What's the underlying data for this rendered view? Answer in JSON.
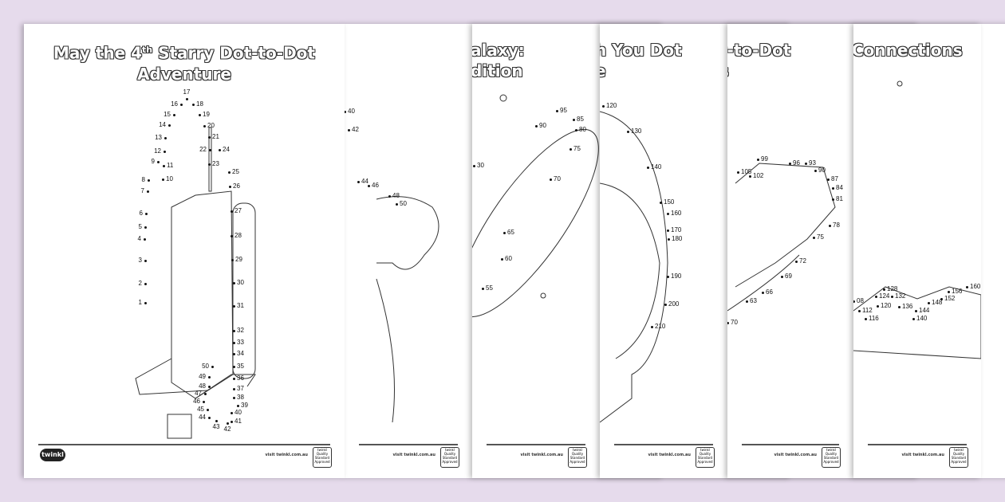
{
  "pages": [
    {
      "title_line1": "May the 4",
      "title_sup": "th",
      "title_line1_rest": " Starry Dot-to-Dot",
      "title_line2": "Adventure",
      "dots": [
        "1",
        "2",
        "3",
        "4",
        "5",
        "6",
        "7",
        "8",
        "9",
        "10",
        "11",
        "12",
        "13",
        "14",
        "15",
        "16",
        "17",
        "18",
        "19",
        "20",
        "21",
        "22",
        "23",
        "24",
        "25",
        "26",
        "27",
        "28",
        "29",
        "30",
        "31",
        "32",
        "33",
        "34",
        "35",
        "36",
        "37",
        "38",
        "39",
        "40",
        "41",
        "42",
        "43",
        "44",
        "45",
        "46",
        "47",
        "48",
        "49",
        "50"
      ]
    },
    {
      "title_line1": "eroes:",
      "title_line2": "pecial",
      "dots": [
        "40",
        "42",
        "44",
        "46",
        "48",
        "50"
      ]
    },
    {
      "title_line1": "alaxy:",
      "title_line2": "dition",
      "dots": [
        "90",
        "85",
        "95",
        "80",
        "75",
        "70",
        "65",
        "60",
        "55",
        "30"
      ]
    },
    {
      "title_line1": "h You Dot",
      "title_line2": "e",
      "dots": [
        "120",
        "130",
        "140",
        "150",
        "160",
        "170",
        "180",
        "190",
        "200",
        "210"
      ]
    },
    {
      "title_line1": "t-to-Dot",
      "title_line2": "s",
      "dots": [
        "99",
        "96",
        "93",
        "90",
        "87",
        "84",
        "81",
        "78",
        "75",
        "72",
        "69",
        "66",
        "63",
        "105",
        "102",
        "70"
      ]
    },
    {
      "title_line1": "Connections",
      "title_line2": "",
      "dots": [
        "128",
        "124",
        "132",
        "156",
        "160",
        "152",
        "148",
        "144",
        "140",
        "136",
        "120",
        "116",
        "112",
        "08"
      ]
    }
  ],
  "footer": {
    "logo": "twinkl",
    "url": "visit twinkl.com.au",
    "badge": "twinkl Quality Standard Approved"
  }
}
